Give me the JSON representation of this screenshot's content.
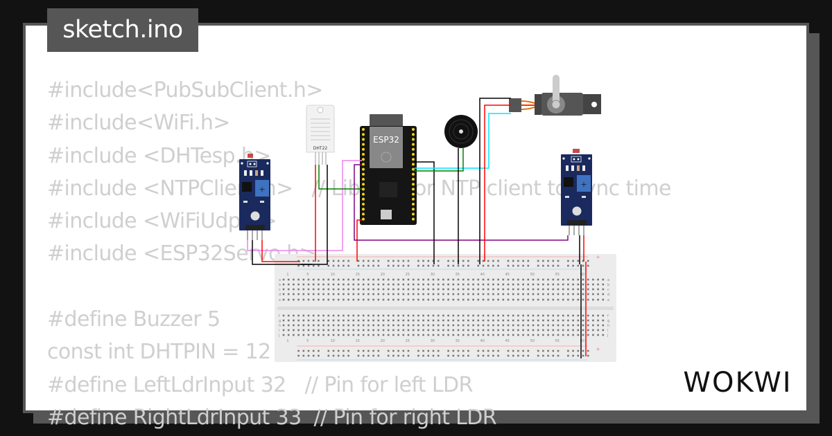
{
  "tab": {
    "filename": "sketch.ino"
  },
  "code_lines": [
    "#include<PubSubClient.h>",
    "#include<WiFi.h>",
    "#include <DHTesp.h>",
    "#include <NTPClient.h>   // Library for NTP client to sync time",
    "#include <WiFiUdp.h>",
    "#include <ESP32Servo.h>",
    "",
    "#define Buzzer 5",
    "const int DHTPIN = 12",
    "#define LeftLdrInput 32   // Pin for left LDR",
    "#define RightLdrInput 33  // Pin for right LDR"
  ],
  "components": {
    "esp32_label": "ESP32",
    "dht_label": "DHT22",
    "breadboard_col_labels": [
      "1",
      "5",
      "10",
      "15",
      "20",
      "25",
      "30",
      "35",
      "40",
      "45",
      "50",
      "55",
      "60"
    ],
    "breadboard_row_labels_top": [
      "a",
      "b",
      "c",
      "d",
      "e"
    ],
    "breadboard_row_labels_bottom": [
      "f",
      "g",
      "h",
      "i",
      "j"
    ]
  },
  "wire_colors": {
    "power": "#ff0000",
    "ground": "#000000",
    "dht_data": "#008000",
    "servo_signal": "#00e5ff",
    "ldr_left": "#ee82ee",
    "ldr_right": "#800080"
  },
  "brand": {
    "logo_text": "WOKWI"
  }
}
